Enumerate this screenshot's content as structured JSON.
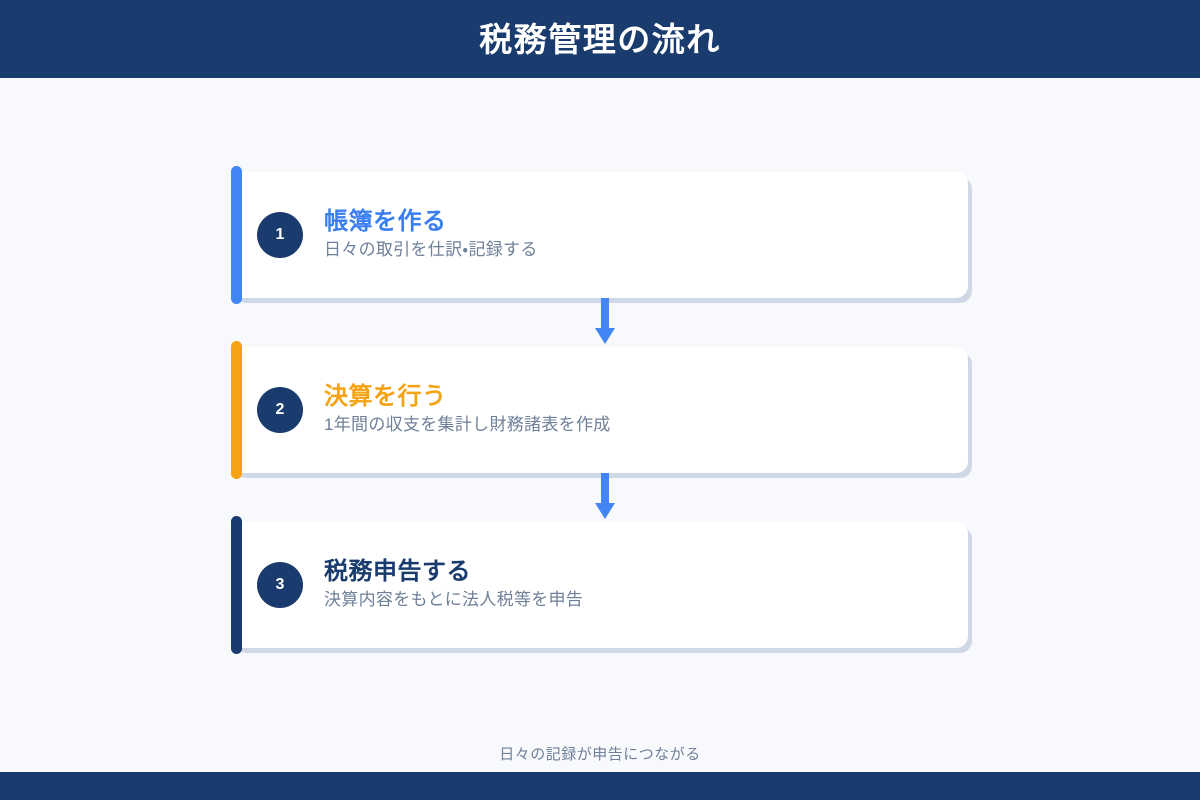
{
  "header": {
    "title": "税務管理の流れ",
    "background_color": "#1a3b6e",
    "text_color": "#ffffff"
  },
  "page": {
    "background_color": "#f7f9fc"
  },
  "diagram": {
    "type": "vertical-flow",
    "connector_icon": "down-arrow-icon",
    "connector_color": "#4285f4",
    "badge_color": "#1a3b6e",
    "steps": [
      {
        "number": "1",
        "title": "帳簿を作る",
        "description": "日々の取引を仕訳・記録する",
        "accent_color": "#4285f4",
        "title_color": "#3b7ef0"
      },
      {
        "number": "2",
        "title": "決算を行う",
        "description": "1年間の収支を集計し財務諸表を作成",
        "accent_color": "#f5a314",
        "title_color": "#f5a314"
      },
      {
        "number": "3",
        "title": "税務申告する",
        "description": "決算内容をもとに法人税等を申告",
        "accent_color": "#1a3b6e",
        "title_color": "#1a3b6e"
      }
    ]
  },
  "footer": {
    "note": "日々の記録が申告につながる",
    "note_color": "#6f8099",
    "bar_color": "#1a3b6e"
  }
}
